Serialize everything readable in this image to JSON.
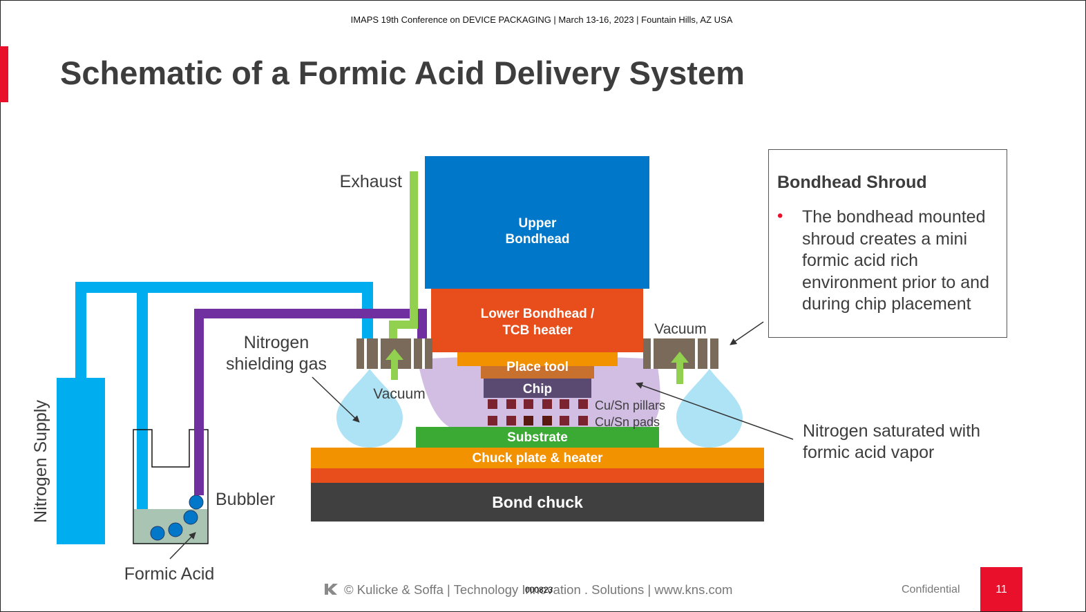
{
  "header": {
    "conference": "IMAPS 19th Conference on DEVICE PACKAGING | March 13-16, 2023 | Fountain Hills, AZ USA",
    "title": "Schematic of a Formic Acid Delivery System"
  },
  "diagram": {
    "labels": {
      "exhaust": "Exhaust",
      "upper_bondhead_1": "Upper",
      "upper_bondhead_2": "Bondhead",
      "lower_bondhead_1": "Lower Bondhead /",
      "lower_bondhead_2": "TCB heater",
      "place_tool": "Place tool",
      "chip": "Chip",
      "pillars": "Cu/Sn pillars",
      "pads": "Cu/Sn pads",
      "substrate": "Substrate",
      "chuck_plate": "Chuck plate & heater",
      "bond_chuck": "Bond chuck",
      "vacuum_left": "Vacuum",
      "vacuum_right": "Vacuum",
      "nitrogen_shield_1": "Nitrogen",
      "nitrogen_shield_2": "shielding gas",
      "nitrogen_supply": "Nitrogen Supply",
      "bubbler": "Bubbler",
      "formic_acid": "Formic Acid",
      "saturated_1": "Nitrogen saturated with",
      "saturated_2": "formic acid vapor"
    },
    "colors": {
      "nitrogen_line": "#00aeef",
      "formic_line": "#7030a0",
      "exhaust_line": "#92d050",
      "upper_bondhead": "#0077c8",
      "lower_bondhead": "#e84e1b",
      "place_tool": "#f39200",
      "chip": "#5a4a72",
      "substrate": "#3aaa35",
      "chuck_plate": "#f39200",
      "bond_chuck": "#404040",
      "vapor": "#c9b3dd",
      "droplet": "#aee2f5",
      "shroud": "#7a6a5a"
    }
  },
  "callout": {
    "title": "Bondhead Shroud",
    "bullet": "•",
    "text": "The bondhead mounted shroud creates a mini formic acid rich environment prior to and during chip placement"
  },
  "footer": {
    "copyright": "© Kulicke & Soffa | Technology Innovation . Solutions | www.kns.com",
    "slide_id": "000823",
    "confidential": "Confidential",
    "page_number": "11"
  }
}
